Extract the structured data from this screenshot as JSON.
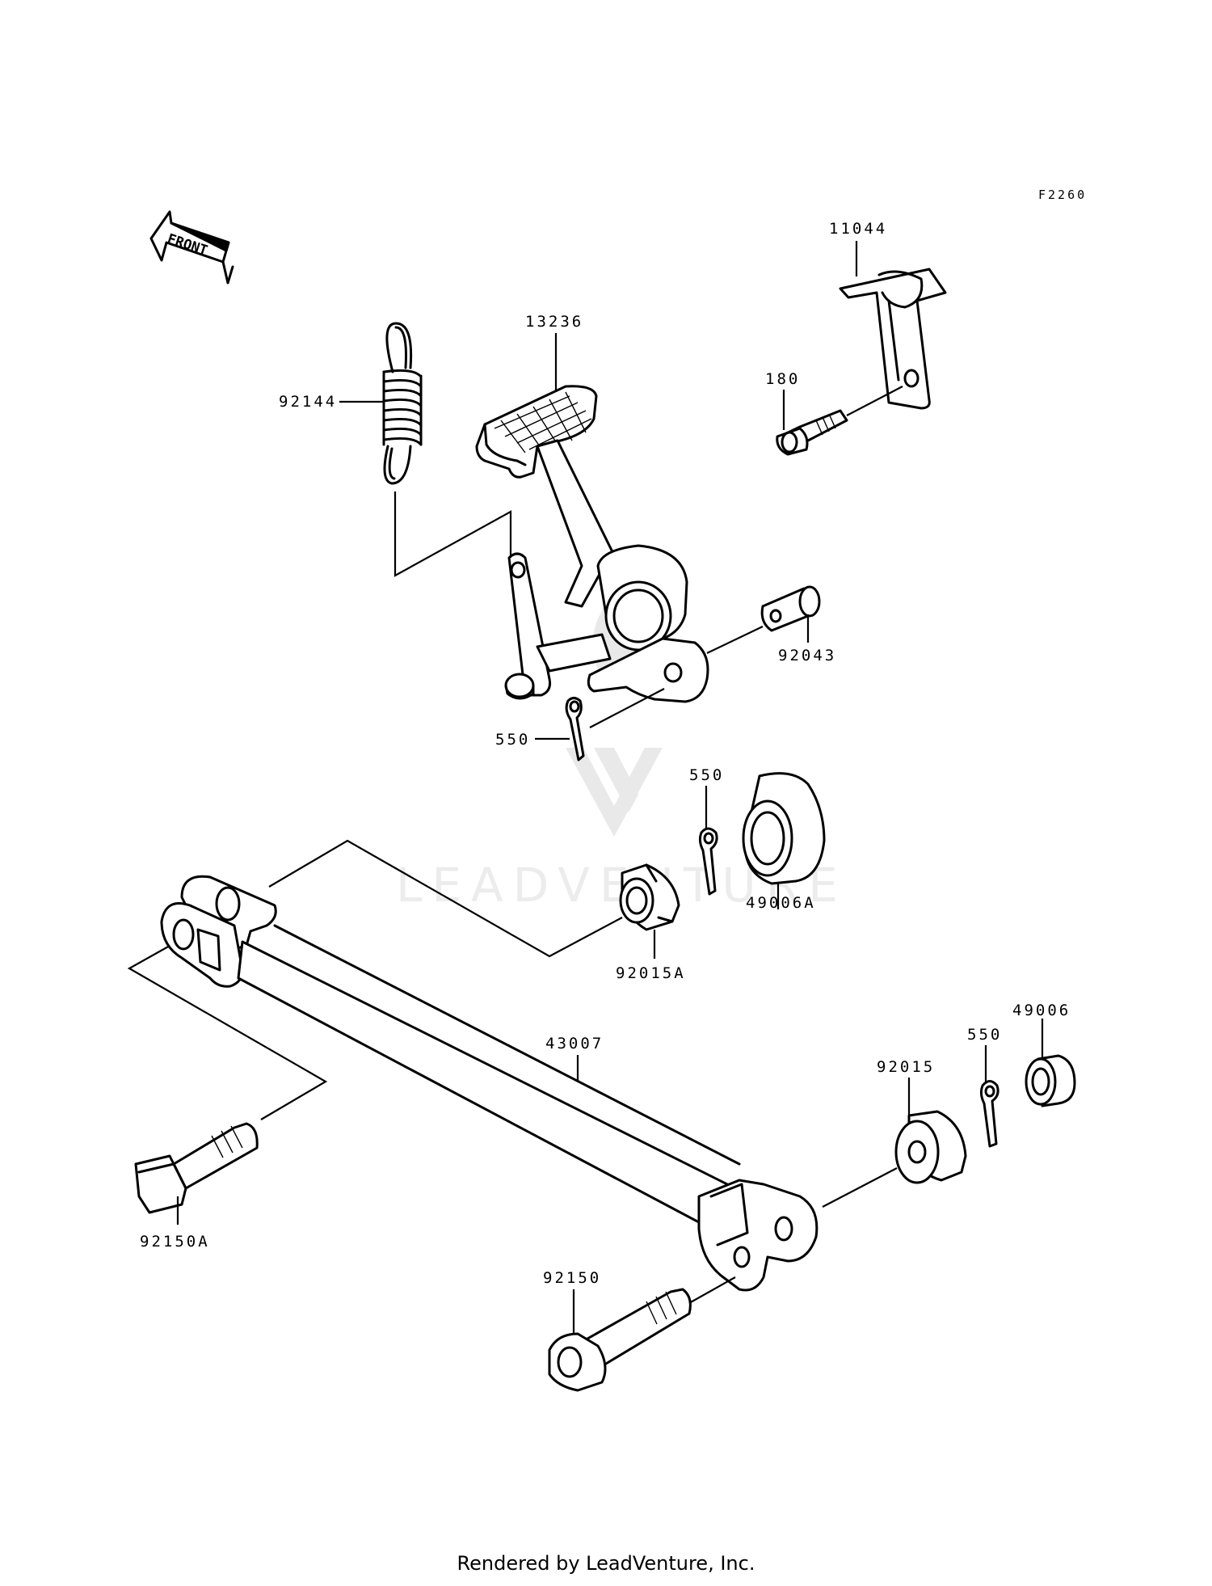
{
  "diagram_code": "F2260",
  "front_label": "FRONT",
  "parts": [
    {
      "id": "11044"
    },
    {
      "id": "13236"
    },
    {
      "id": "92144"
    },
    {
      "id": "180"
    },
    {
      "id": "92043"
    },
    {
      "id": "550"
    },
    {
      "id": "550"
    },
    {
      "id": "49006A"
    },
    {
      "id": "92015A"
    },
    {
      "id": "43007"
    },
    {
      "id": "49006"
    },
    {
      "id": "550"
    },
    {
      "id": "92015"
    },
    {
      "id": "92150A"
    },
    {
      "id": "92150"
    }
  ],
  "watermark": "LEADVENTURE",
  "footer": "Rendered by LeadVenture, Inc."
}
